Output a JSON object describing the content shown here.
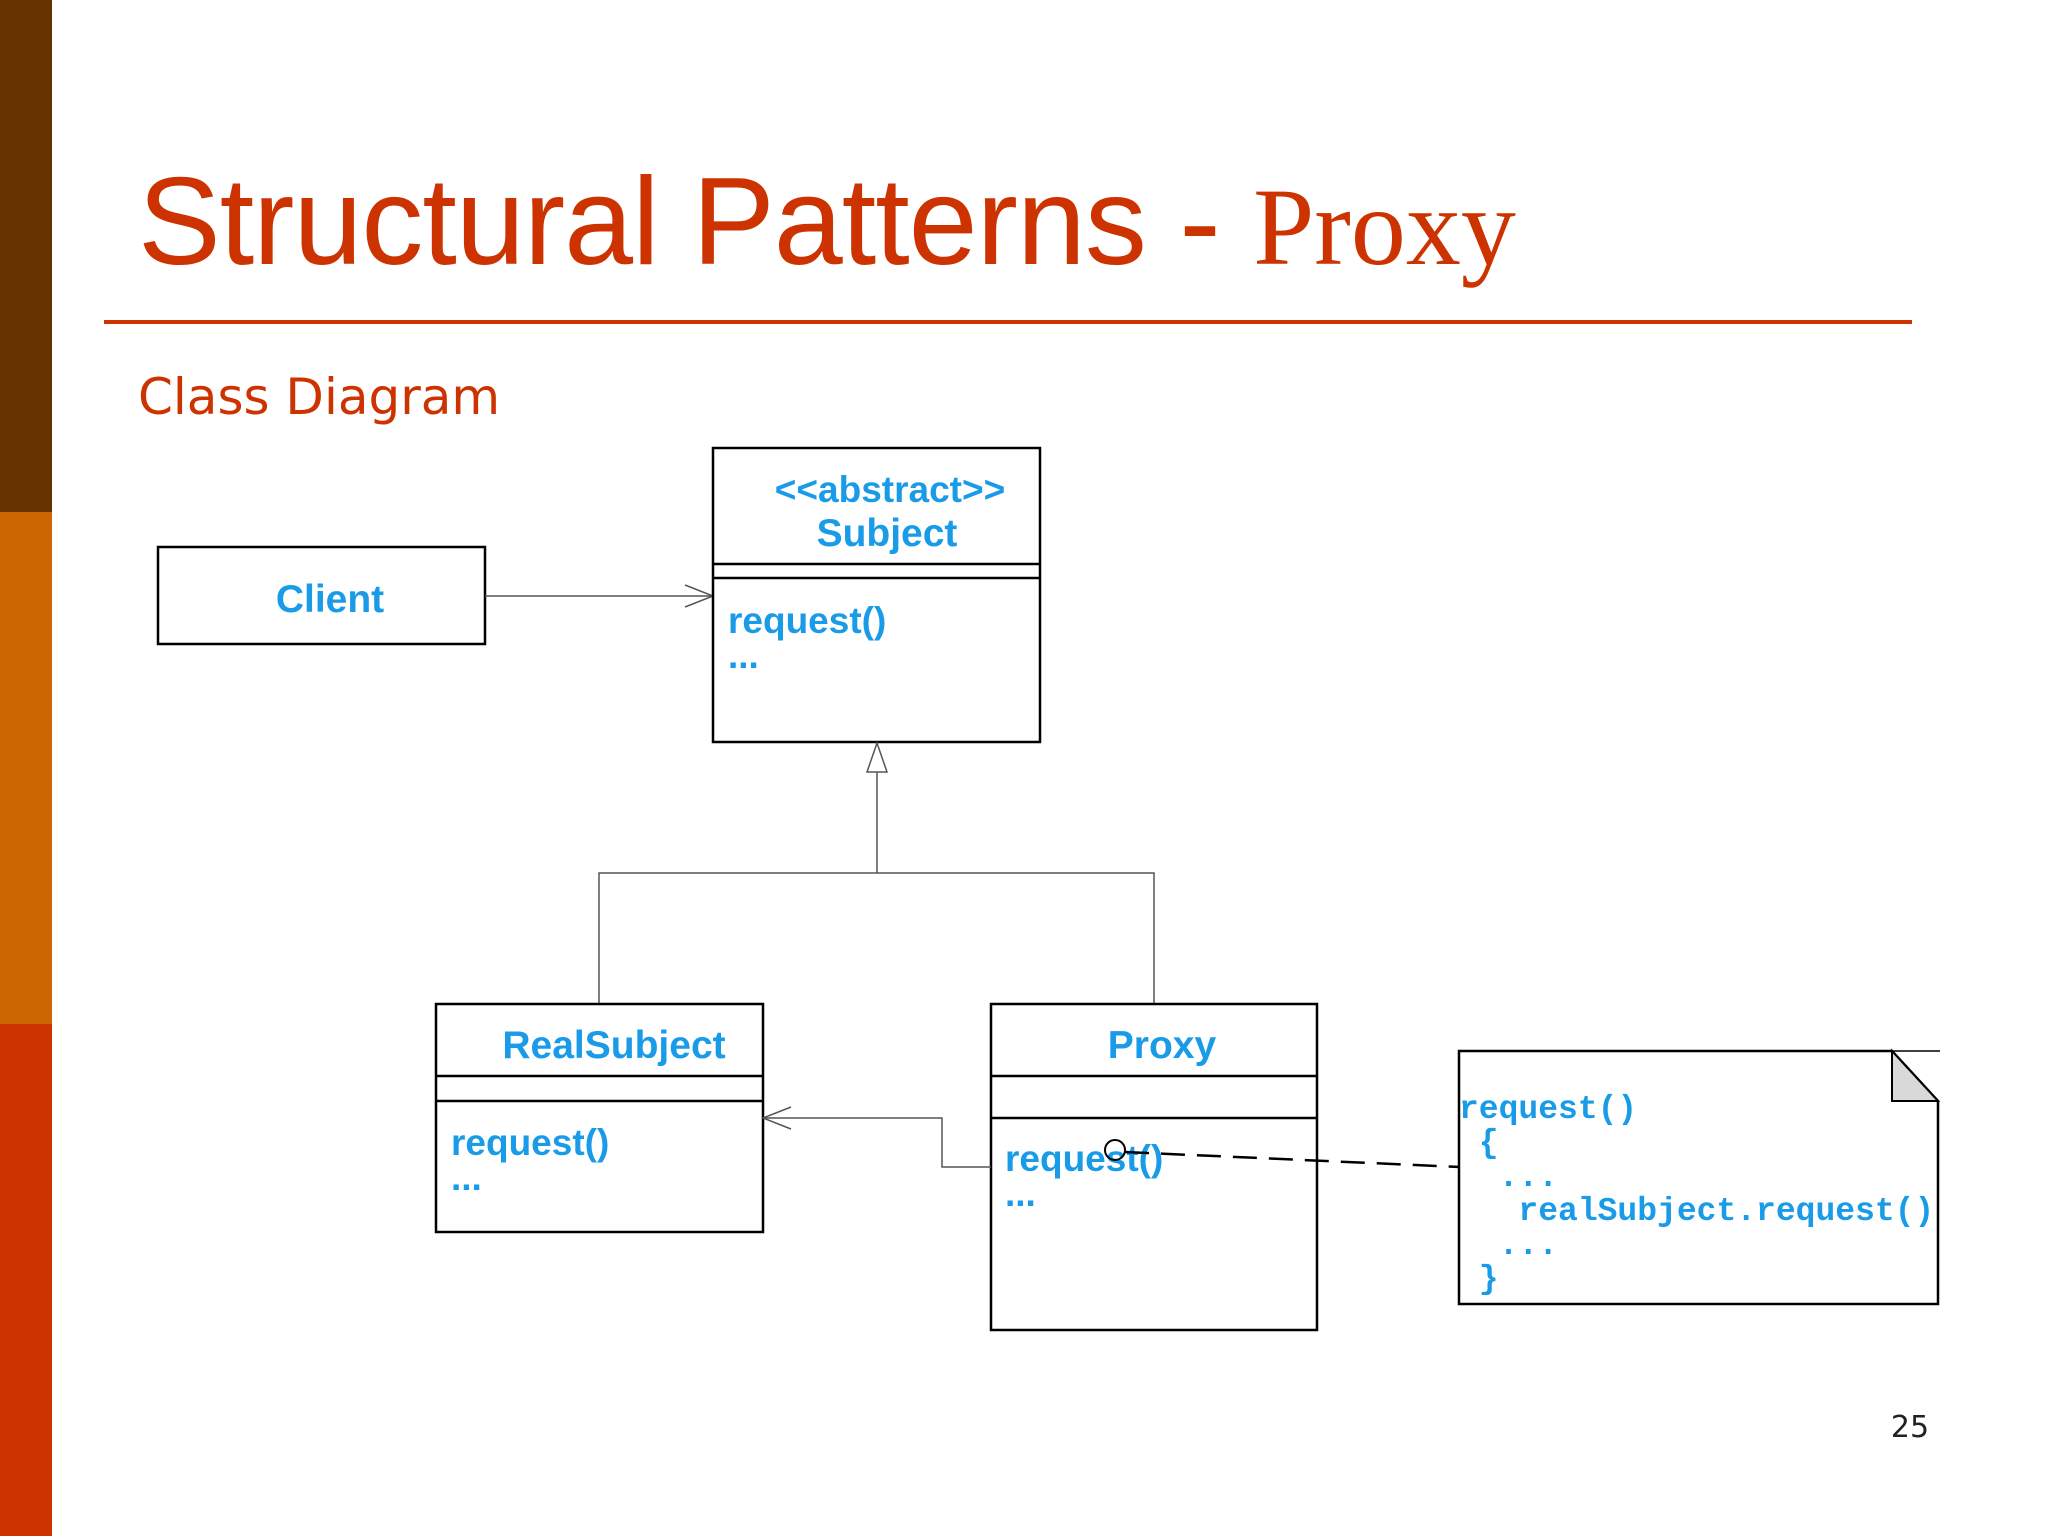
{
  "slide": {
    "title_main": "Structural Patterns - ",
    "title_sub": "Proxy",
    "subtitle": "Class Diagram",
    "page_number": "25"
  },
  "colors": {
    "title": "#cc3300",
    "class_text": "#1a9be8",
    "bar_top": "#663300",
    "bar_mid": "#cc6600",
    "bar_bottom": "#cc3300"
  },
  "diagram": {
    "client": {
      "name": "Client"
    },
    "subject": {
      "stereotype": "<<abstract>>",
      "name": "Subject",
      "method": "request()",
      "more": "..."
    },
    "real_subject": {
      "name": "RealSubject",
      "method": "request()",
      "more": "..."
    },
    "proxy": {
      "name": "Proxy",
      "method": "request()",
      "more": "..."
    },
    "note": {
      "lines": [
        "request()",
        " {",
        "  ...",
        "   realSubject.request()",
        "  ...",
        " }"
      ]
    }
  }
}
